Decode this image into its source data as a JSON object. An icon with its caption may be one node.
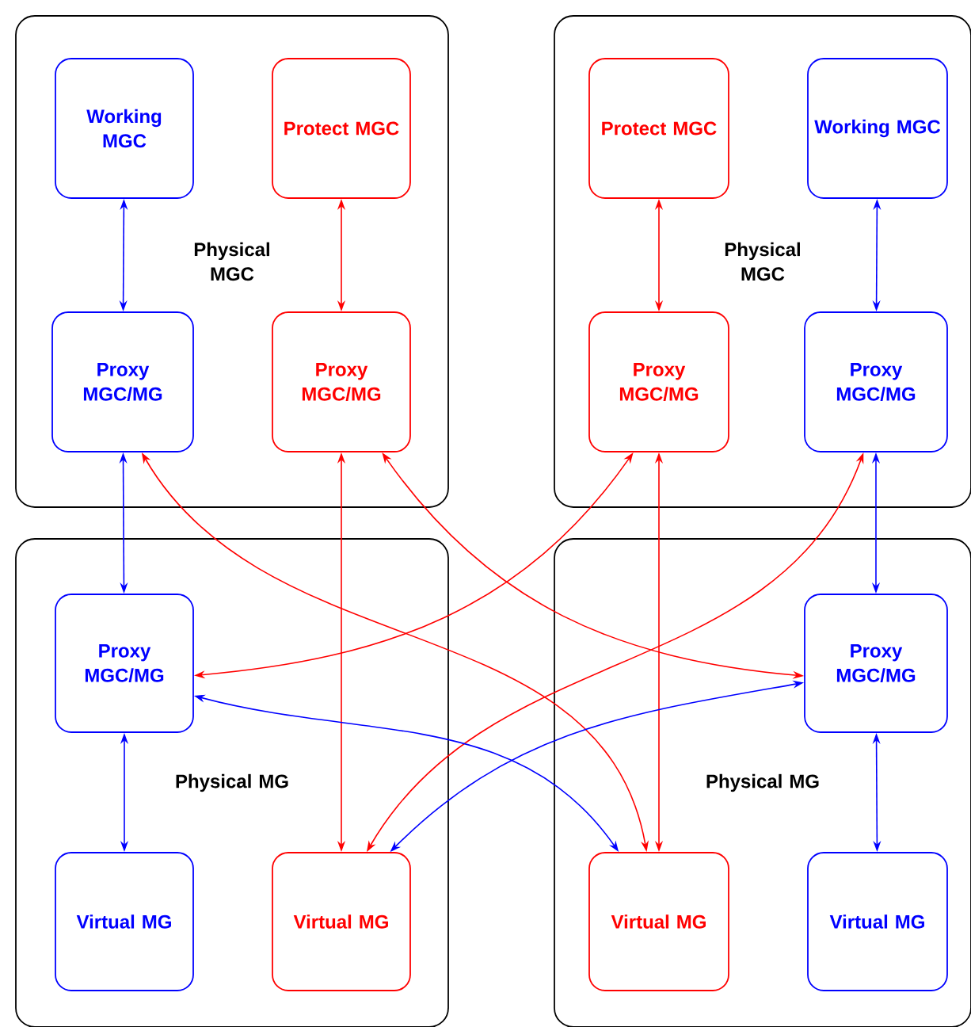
{
  "diagram": {
    "nodes": [
      {
        "text": [
          "Physical MGC"
        ]
      },
      {
        "text": [
          "Working MGC"
        ],
        "in": 0
      },
      {
        "text": [
          "Protect MGC"
        ],
        "in": 0
      },
      {
        "text": [
          "Proxy MGC/MG"
        ],
        "in": 0
      },
      {
        "text": [
          "Proxy MGC/MG"
        ],
        "in": 0
      },
      {
        "text": [
          "Physical MGC"
        ]
      },
      {
        "text": [
          "Protect MGC"
        ],
        "in": 5
      },
      {
        "text": [
          "Working MGC"
        ],
        "in": 5
      },
      {
        "text": [
          "Proxy MGC/MG"
        ],
        "in": 5
      },
      {
        "text": [
          "Proxy MGC/MG"
        ],
        "in": 5
      },
      {
        "text": [
          "Physical MG"
        ]
      },
      {
        "text": [
          "Proxy MGC/MG"
        ],
        "in": 10
      },
      {
        "text": [
          "Virtual MG"
        ],
        "in": 10
      },
      {
        "text": [
          "Virtual MG"
        ],
        "in": 10
      },
      {
        "text": [
          "Physical MG"
        ]
      },
      {
        "text": [
          "Proxy MGC/MG"
        ],
        "in": 14
      },
      {
        "text": [
          "Virtual MG"
        ],
        "in": 14
      },
      {
        "text": [
          "Virtual MG"
        ],
        "in": 14
      }
    ],
    "edges": [
      {
        "from": 1,
        "to": 3,
        "arrow": "both",
        "color": "#0000ff"
      },
      {
        "from": 2,
        "to": 4,
        "arrow": "both",
        "color": "#ff0000"
      },
      {
        "from": 6,
        "to": 8,
        "arrow": "both",
        "color": "#ff0000"
      },
      {
        "from": 7,
        "to": 9,
        "arrow": "both",
        "color": "#0000ff"
      },
      {
        "from": 11,
        "to": 12,
        "arrow": "both",
        "color": "#0000ff"
      },
      {
        "from": 15,
        "to": 17,
        "arrow": "both",
        "color": "#0000ff"
      },
      {
        "from": 3,
        "to": 11,
        "arrow": "both",
        "color": "#0000ff"
      },
      {
        "from": 9,
        "to": 15,
        "arrow": "both",
        "color": "#0000ff"
      },
      {
        "from": 4,
        "to": 13,
        "arrow": "both",
        "color": "#ff0000"
      },
      {
        "from": 8,
        "to": 16,
        "arrow": "both",
        "color": "#ff0000"
      },
      {
        "from": 3,
        "to": 16,
        "arrow": "both",
        "color": "#ff0000"
      },
      {
        "from": 4,
        "to": 15,
        "arrow": "both",
        "color": "#ff0000"
      },
      {
        "from": 8,
        "to": 11,
        "arrow": "both",
        "color": "#ff0000"
      },
      {
        "from": 9,
        "to": 13,
        "arrow": "both",
        "color": "#ff0000"
      },
      {
        "from": 11,
        "to": 16,
        "arrow": "both",
        "color": "#0000ff"
      },
      {
        "from": 15,
        "to": 13,
        "arrow": "both",
        "color": "#0000ff"
      }
    ]
  }
}
